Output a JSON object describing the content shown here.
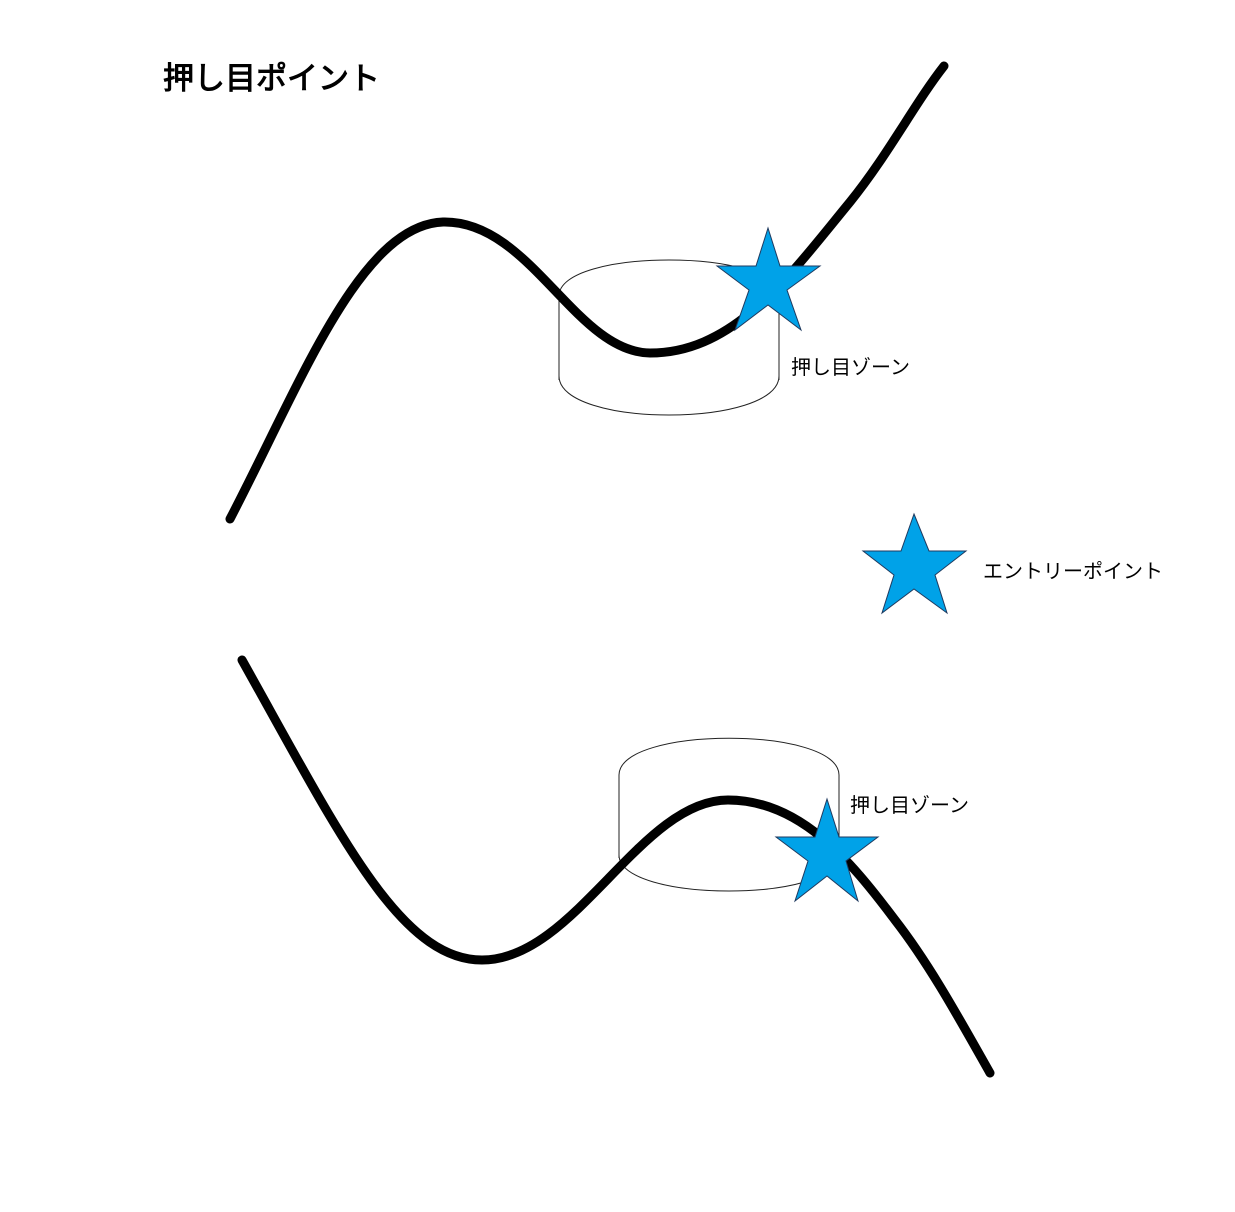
{
  "title": "押し目ポイント",
  "labels": {
    "zone_top": "押し目ゾーン",
    "zone_bottom": "押し目ゾーン",
    "entry_point_legend": "エントリーポイント"
  },
  "colors": {
    "line": "#000000",
    "star_fill": "#00a2e8",
    "star_stroke": "#1f3a5f",
    "zone_outline": "#222222",
    "background": "#ffffff"
  },
  "icons": {
    "entry_marker": "star-icon"
  }
}
